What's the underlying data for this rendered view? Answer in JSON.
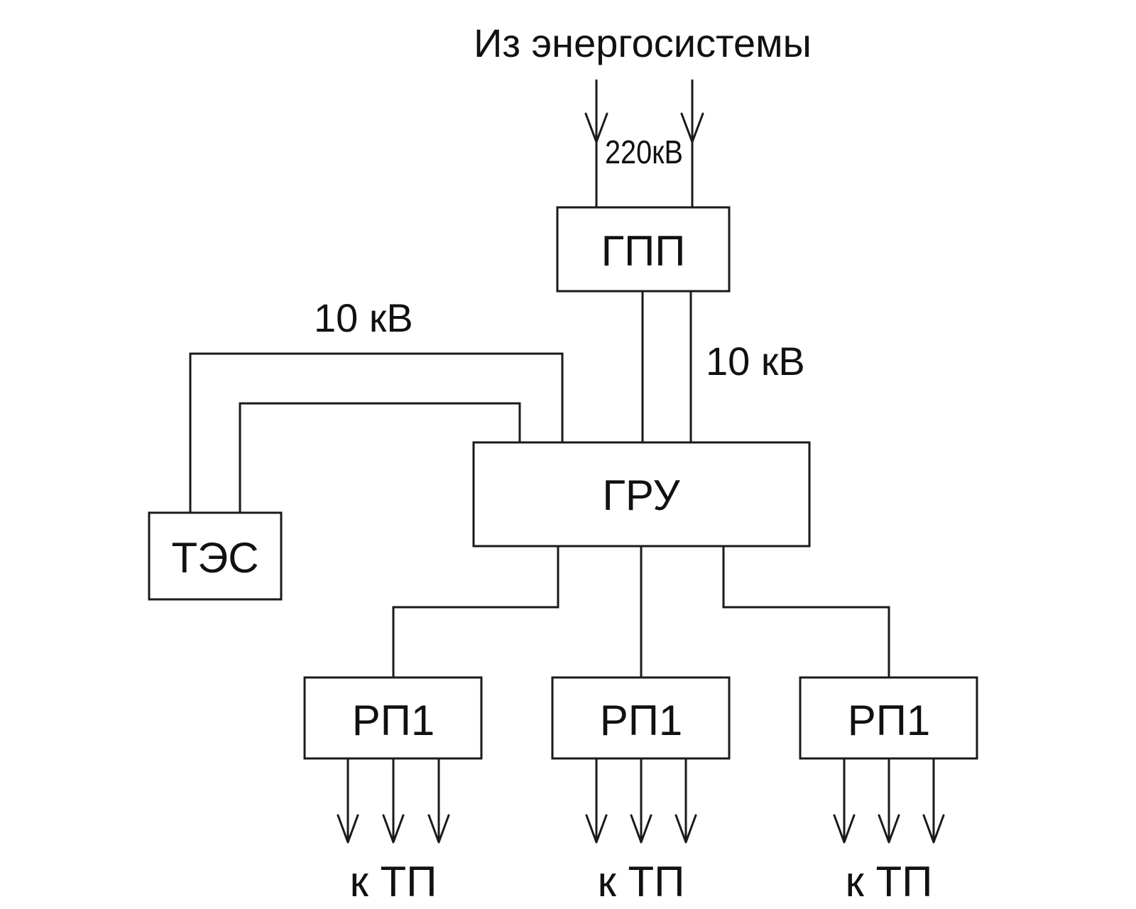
{
  "source": {
    "title": "Из энергосистемы",
    "voltage": "220кВ"
  },
  "nodes": {
    "gpp": "ГПП",
    "gru": "ГРУ",
    "tes": "ТЭС",
    "rp": [
      "РП1",
      "РП1",
      "РП1"
    ]
  },
  "links": {
    "tes_gru_voltage": "10 кВ",
    "gpp_gru_voltage": "10 кВ"
  },
  "outputs": [
    "к ТП",
    "к ТП",
    "к ТП"
  ]
}
